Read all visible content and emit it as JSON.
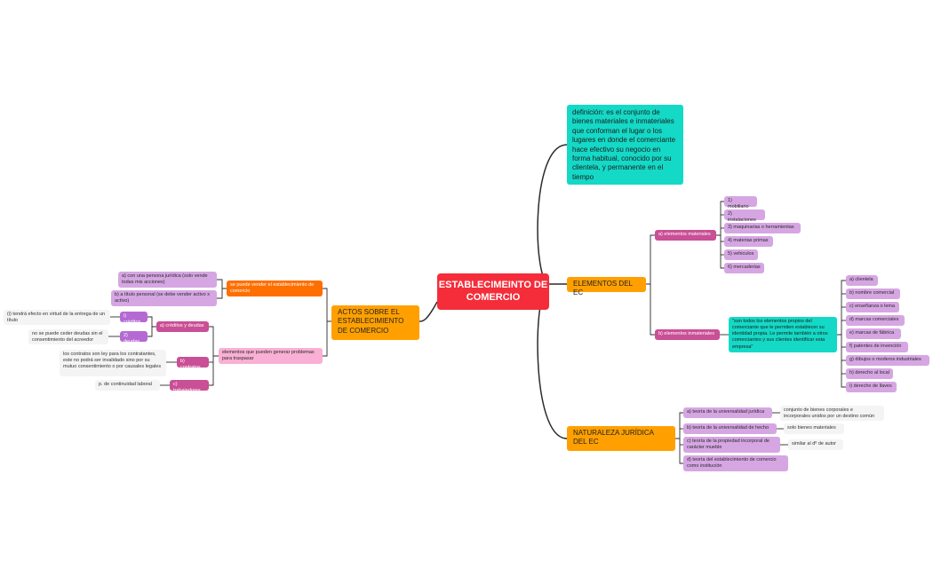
{
  "root": "ESTABLECIMEINTO DE COMERCIO",
  "definition": "definición: es el conjunto de bienes materiales e inmateriales que conforman el lugar o los lugares en donde el comerciante hace efectivo su negocio en forma habitual, conocido por su clientela, y permanente en el tiempo",
  "elementos": {
    "title": "ELEMENTOS DEL EC",
    "materiales": {
      "label": "a) elementos materiales",
      "items": [
        "1) mobiliario",
        "2) instalaciones",
        "3) maquinarias o herramientas",
        "4) materias primas",
        "5) vehiculos",
        "6) mercaderias"
      ]
    },
    "inmateriales": {
      "label": "b) elementos inmateriales",
      "note": "\"son todos los elementos propios del comerciante que le permiten establecer su identidad propia. Le permite también a otros comerciantes y sus clientes identificar esta empresa\"",
      "items": [
        "a) clientela",
        "b) nombre comercial",
        "c) enseñanza o lema",
        "d) marcas comerciales",
        "e) marcas de fábrica",
        "f) patentes de invención",
        "g) dibujos o moderos industriales",
        "h) derecho al local",
        "i) derecho de llaves"
      ]
    }
  },
  "naturaleza": {
    "title": "NATURALEZA JURÍDICA DEL EC",
    "teorias": [
      {
        "label": "a) teoría de la universalidad jurídica",
        "note": "conjunto de bienes corporales e incorporales unidos por un destino común"
      },
      {
        "label": "b) teoría de la universalidad de hecho",
        "note": "solo bienes materiales"
      },
      {
        "label": "c) teoría de la propiedad incorporal de carácter mueble",
        "note": "similar al dº de autor"
      },
      {
        "label": "d) teoría del establecimiento de comercio como institución",
        "note": ""
      }
    ]
  },
  "actos": {
    "title": "ACTOS SOBRE EL ESTABLECIMIENTO DE COMERCIO",
    "vender": {
      "label": "se puede vender el establecimiento de comercio",
      "options": [
        "a) con una persona jurídica (solo vende todas mis acciones)",
        "b) a título personal (se debe vender activo x activo)"
      ]
    },
    "problemas": {
      "label": "elementos que pueden generar problemas para traspasar",
      "creditos_deudas": {
        "label": "a) créditos y deudas",
        "creditos": {
          "label": "i) créditos",
          "note": "(i) tendrá efecto en virtud de la entrega de un título"
        },
        "deudas": {
          "label": "2) deudas",
          "note": "no se puede ceder deudas sin el consentimiento del acreedor"
        }
      },
      "contratos": {
        "label": "b) contratos",
        "note": "los contratos son ley para los contratantes, este no podrá ser invalidado sino por su mutuo consentimiento o por causales legales"
      },
      "trabajadores": {
        "label": "c) trabajadores",
        "note": "p. de continuidad laboral"
      }
    }
  }
}
